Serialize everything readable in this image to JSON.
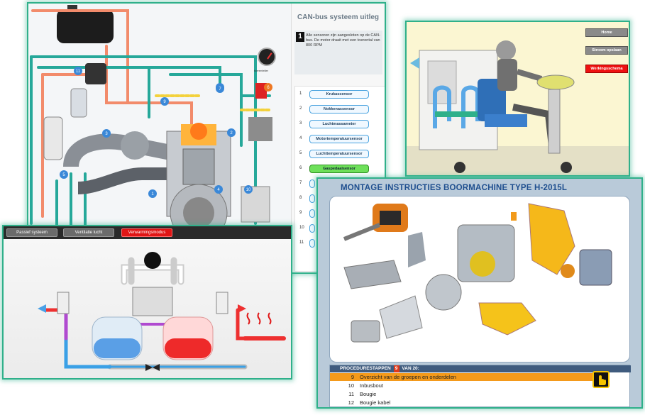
{
  "canbus": {
    "title": "CAN-bus systeem uitleg",
    "step_number": "1",
    "step_text": "Alle sensoren zijn aangesloten op de CAN-bus. De motor draait met een toerental van 800 RPM",
    "gauge_label": "toerenteller",
    "items": [
      {
        "num": "1",
        "label": "Krukassensor"
      },
      {
        "num": "2",
        "label": "Nokkenassensor"
      },
      {
        "num": "3",
        "label": "Luchtmassameter"
      },
      {
        "num": "4",
        "label": "Motortemperatuursensor"
      },
      {
        "num": "5",
        "label": "Luchttemperatuursensor"
      },
      {
        "num": "6",
        "label": "Gaspedaalsensor"
      },
      {
        "num": "7",
        "label": ""
      },
      {
        "num": "8",
        "label": ""
      },
      {
        "num": "9",
        "label": ""
      },
      {
        "num": "10",
        "label": ""
      },
      {
        "num": "11",
        "label": ""
      }
    ],
    "active_index": 5
  },
  "bus": {
    "buttons": [
      {
        "label": "Home"
      },
      {
        "label": "Stroom opslaan"
      },
      {
        "label": "Werkingsschema"
      }
    ],
    "active_index": 2
  },
  "heat": {
    "tabs": [
      {
        "label": "Passief systeem"
      },
      {
        "label": "Ventilatie lucht"
      },
      {
        "label": "Verwarmingsmodus"
      }
    ],
    "active_index": 2
  },
  "montage": {
    "title": "MONTAGE INSTRUCTIES BOORMACHINE TYPE H-2015L",
    "steps_header_prefix": "PROCEDURESTAPPEN",
    "steps_current": "9",
    "steps_header_suffix": "VAN 20:",
    "steps": [
      {
        "num": "9",
        "label": "Overzicht van de groepen en onderdelen"
      },
      {
        "num": "10",
        "label": "Inbusbout"
      },
      {
        "num": "11",
        "label": "Bougie"
      },
      {
        "num": "12",
        "label": "Bougie kabel"
      }
    ],
    "active_index": 0
  },
  "colors": {
    "panel_border": "#2fb08a",
    "active_red": "#e01515",
    "active_green": "#6ee05a",
    "active_orange": "#f49a1b",
    "title_blue": "#1f4f8f"
  },
  "icons": [
    "speedometer-icon",
    "hand-pointer-icon",
    "arrow-icon"
  ]
}
